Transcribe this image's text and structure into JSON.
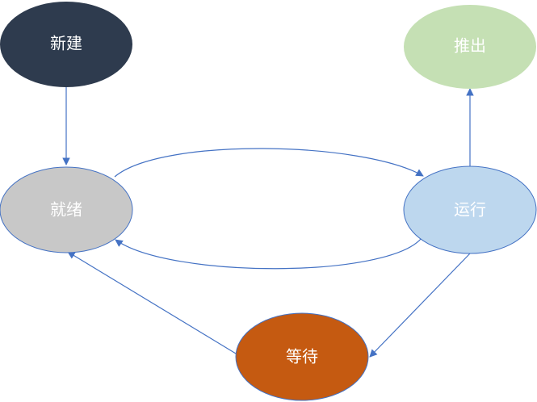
{
  "diagram": {
    "type": "state-transition",
    "nodes": {
      "new": {
        "label": "新建",
        "fill": "#2e3b4e"
      },
      "ready": {
        "label": "就绪",
        "fill": "#c8c8c8",
        "stroke": "#4472c4"
      },
      "running": {
        "label": "运行",
        "fill": "#bdd7ee",
        "stroke": "#4472c4"
      },
      "exit": {
        "label": "推出",
        "fill": "#c5e0b4"
      },
      "waiting": {
        "label": "等待",
        "fill": "#c55a11",
        "stroke": "#4472c4"
      }
    },
    "edges": [
      {
        "from": "new",
        "to": "ready"
      },
      {
        "from": "ready",
        "to": "running"
      },
      {
        "from": "running",
        "to": "ready"
      },
      {
        "from": "running",
        "to": "exit"
      },
      {
        "from": "running",
        "to": "waiting"
      },
      {
        "from": "waiting",
        "to": "ready"
      }
    ],
    "edge_color": "#4472c4"
  }
}
